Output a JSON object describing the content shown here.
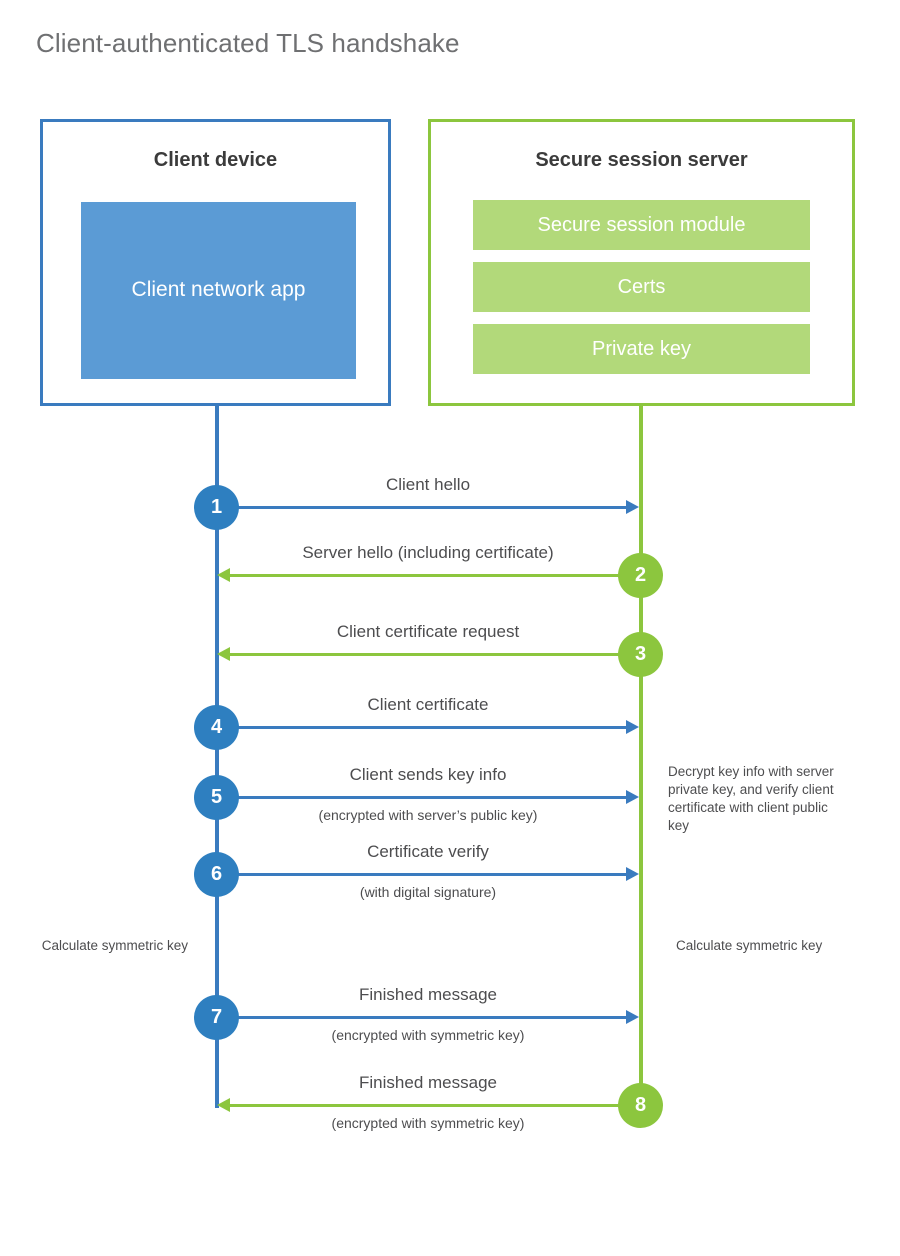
{
  "title": "Client-authenticated TLS handshake",
  "colors": {
    "blue_accent": "#3a7bbf",
    "blue_circle": "#2e7fc0",
    "blue_fill": "#5b9bd5",
    "green_accent": "#8cc63e",
    "green_fill": "#b2d97a",
    "text": "#4d4d4f",
    "title": "#6f7072"
  },
  "actors": {
    "client": {
      "title": "Client device",
      "app_label": "Client network app"
    },
    "server": {
      "title": "Secure session server",
      "components": [
        "Secure session module",
        "Certs",
        "Private key"
      ]
    }
  },
  "messages": [
    {
      "step": "1",
      "label": "Client hello",
      "sublabel": "",
      "direction": "client-to-server",
      "color": "blue"
    },
    {
      "step": "2",
      "label": "Server hello (including certificate)",
      "sublabel": "",
      "direction": "server-to-client",
      "color": "green"
    },
    {
      "step": "3",
      "label": "Client certificate request",
      "sublabel": "",
      "direction": "server-to-client",
      "color": "green"
    },
    {
      "step": "4",
      "label": "Client certificate",
      "sublabel": "",
      "direction": "client-to-server",
      "color": "blue"
    },
    {
      "step": "5",
      "label": "Client sends key info",
      "sublabel": "(encrypted with server’s public key)",
      "direction": "client-to-server",
      "color": "blue"
    },
    {
      "step": "6",
      "label": "Certificate verify",
      "sublabel": "(with digital signature)",
      "direction": "client-to-server",
      "color": "blue"
    },
    {
      "step": "7",
      "label": "Finished message",
      "sublabel": "(encrypted with symmetric key)",
      "direction": "client-to-server",
      "color": "blue"
    },
    {
      "step": "8",
      "label": "Finished message",
      "sublabel": "(encrypted with symmetric key)",
      "direction": "server-to-client",
      "color": "green"
    }
  ],
  "annotations": {
    "server_decrypt": "Decrypt key info with server private key, and verify client certificate with client public key",
    "client_calculate": "Calculate symmetric key",
    "server_calculate": "Calculate symmetric key"
  }
}
